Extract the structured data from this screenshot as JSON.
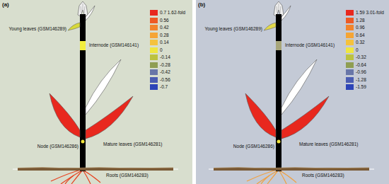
{
  "diagram": {
    "nodes": [
      {
        "text": [
          "(a)"
        ]
      },
      {
        "text": [
          "(b)"
        ]
      }
    ],
    "labels": [
      "Young leaves (GSM146289)",
      "Internode (GSM146141)",
      "Node (GSM146286)",
      "Mature leaves (GSM146281)",
      "Roots (GSM146283)",
      "Young leaves (GSM146289)",
      "Internode (GSM146141)",
      "Node (GSM146286)",
      "Mature leaves (GSM146281)",
      "Roots (GSM146283)"
    ],
    "legend": [
      {
        "text": "0.7 1.62-fold",
        "color": "#e8281e"
      },
      {
        "text": "0.56",
        "color": "#ee5a24"
      },
      {
        "text": "0.42",
        "color": "#f2842c"
      },
      {
        "text": "0.28",
        "color": "#f5a535"
      },
      {
        "text": "0.14",
        "color": "#f5c23d"
      },
      {
        "text": "0",
        "color": "#efe640"
      },
      {
        "text": "-0.14",
        "color": "#bcc23f"
      },
      {
        "text": "-0.28",
        "color": "#8f9e52"
      },
      {
        "text": "-0.42",
        "color": "#6876a8"
      },
      {
        "text": "-0.56",
        "color": "#4a5cb2"
      },
      {
        "text": "-0.7",
        "color": "#2c44b8"
      },
      {
        "text": "1.59 3.01-fold",
        "color": "#e8281e"
      },
      {
        "text": "1.28",
        "color": "#ee5a24"
      },
      {
        "text": "0.96",
        "color": "#f2842c"
      },
      {
        "text": "0.64",
        "color": "#f5a535"
      },
      {
        "text": "0.32",
        "color": "#f5c23d"
      },
      {
        "text": "0",
        "color": "#efe640"
      },
      {
        "text": "-0.32",
        "color": "#bcc23f"
      },
      {
        "text": "-0.64",
        "color": "#8f9e52"
      },
      {
        "text": "-0.96",
        "color": "#6876a8"
      },
      {
        "text": "-1.28",
        "color": "#4a5cb2"
      },
      {
        "text": "-1.59",
        "color": "#2c44b8"
      }
    ]
  }
}
